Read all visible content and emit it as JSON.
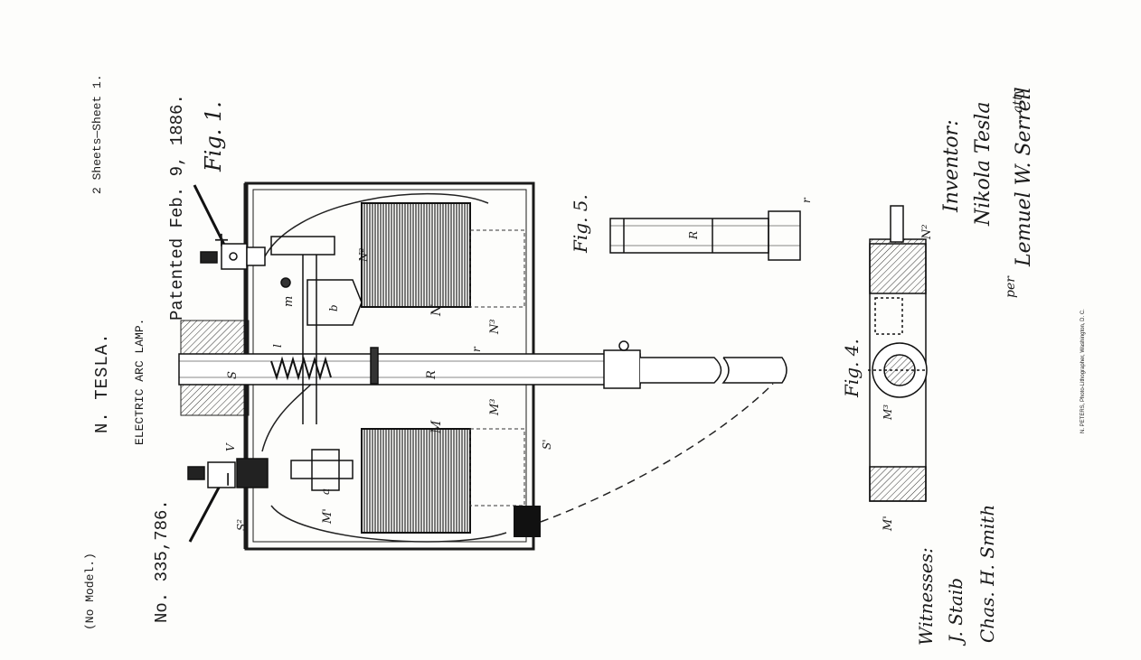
{
  "header": {
    "sheet_info": "2 Sheets—Sheet 1.",
    "model_note": "(No Model.)",
    "inventor_name": "N. TESLA.",
    "title": "ELECTRIC ARC LAMP.",
    "patent_date": "Patented Feb. 9, 1886.",
    "patent_number": "No. 335,786."
  },
  "figures": {
    "fig1": "Fig. 1.",
    "fig4": "Fig. 4.",
    "fig5": "Fig. 5."
  },
  "labels": {
    "plus": "+",
    "minus": "−",
    "N": "N",
    "N2": "N²",
    "N3": "N³",
    "M": "M",
    "M1": "M'",
    "M3": "M³",
    "R": "R",
    "r": "r",
    "S": "S",
    "S1": "S'",
    "S2": "S²",
    "V": "V",
    "l": "l",
    "m": "m",
    "b": "b",
    "a": "a"
  },
  "signatures": {
    "witnesses_label": "Witnesses:",
    "witness_1": "J. Staib",
    "witness_2": "Chas. H. Smith",
    "inventor_label": "Inventor:",
    "inventor_sig": "Nikola Tesla",
    "per": "per",
    "attorney_sig": "Lemuel W. Serrell",
    "atty": "atty"
  },
  "imprint": "N. PETERS, Photo-Lithographer, Washington, D. C."
}
